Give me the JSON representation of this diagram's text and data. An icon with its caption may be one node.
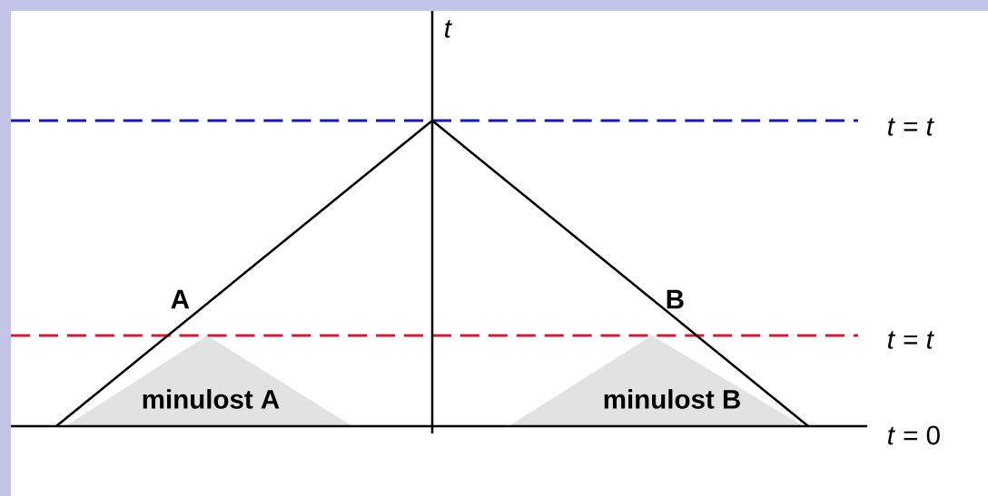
{
  "diagram": {
    "nodes": [
      {
        "text": [
          "minulost A"
        ]
      },
      {
        "text": [
          "minulost B"
        ]
      }
    ],
    "labels": [
      "t",
      "*t* = *t*",
      "A",
      "B",
      "*t* = *t*",
      "*t* = 0"
    ]
  }
}
